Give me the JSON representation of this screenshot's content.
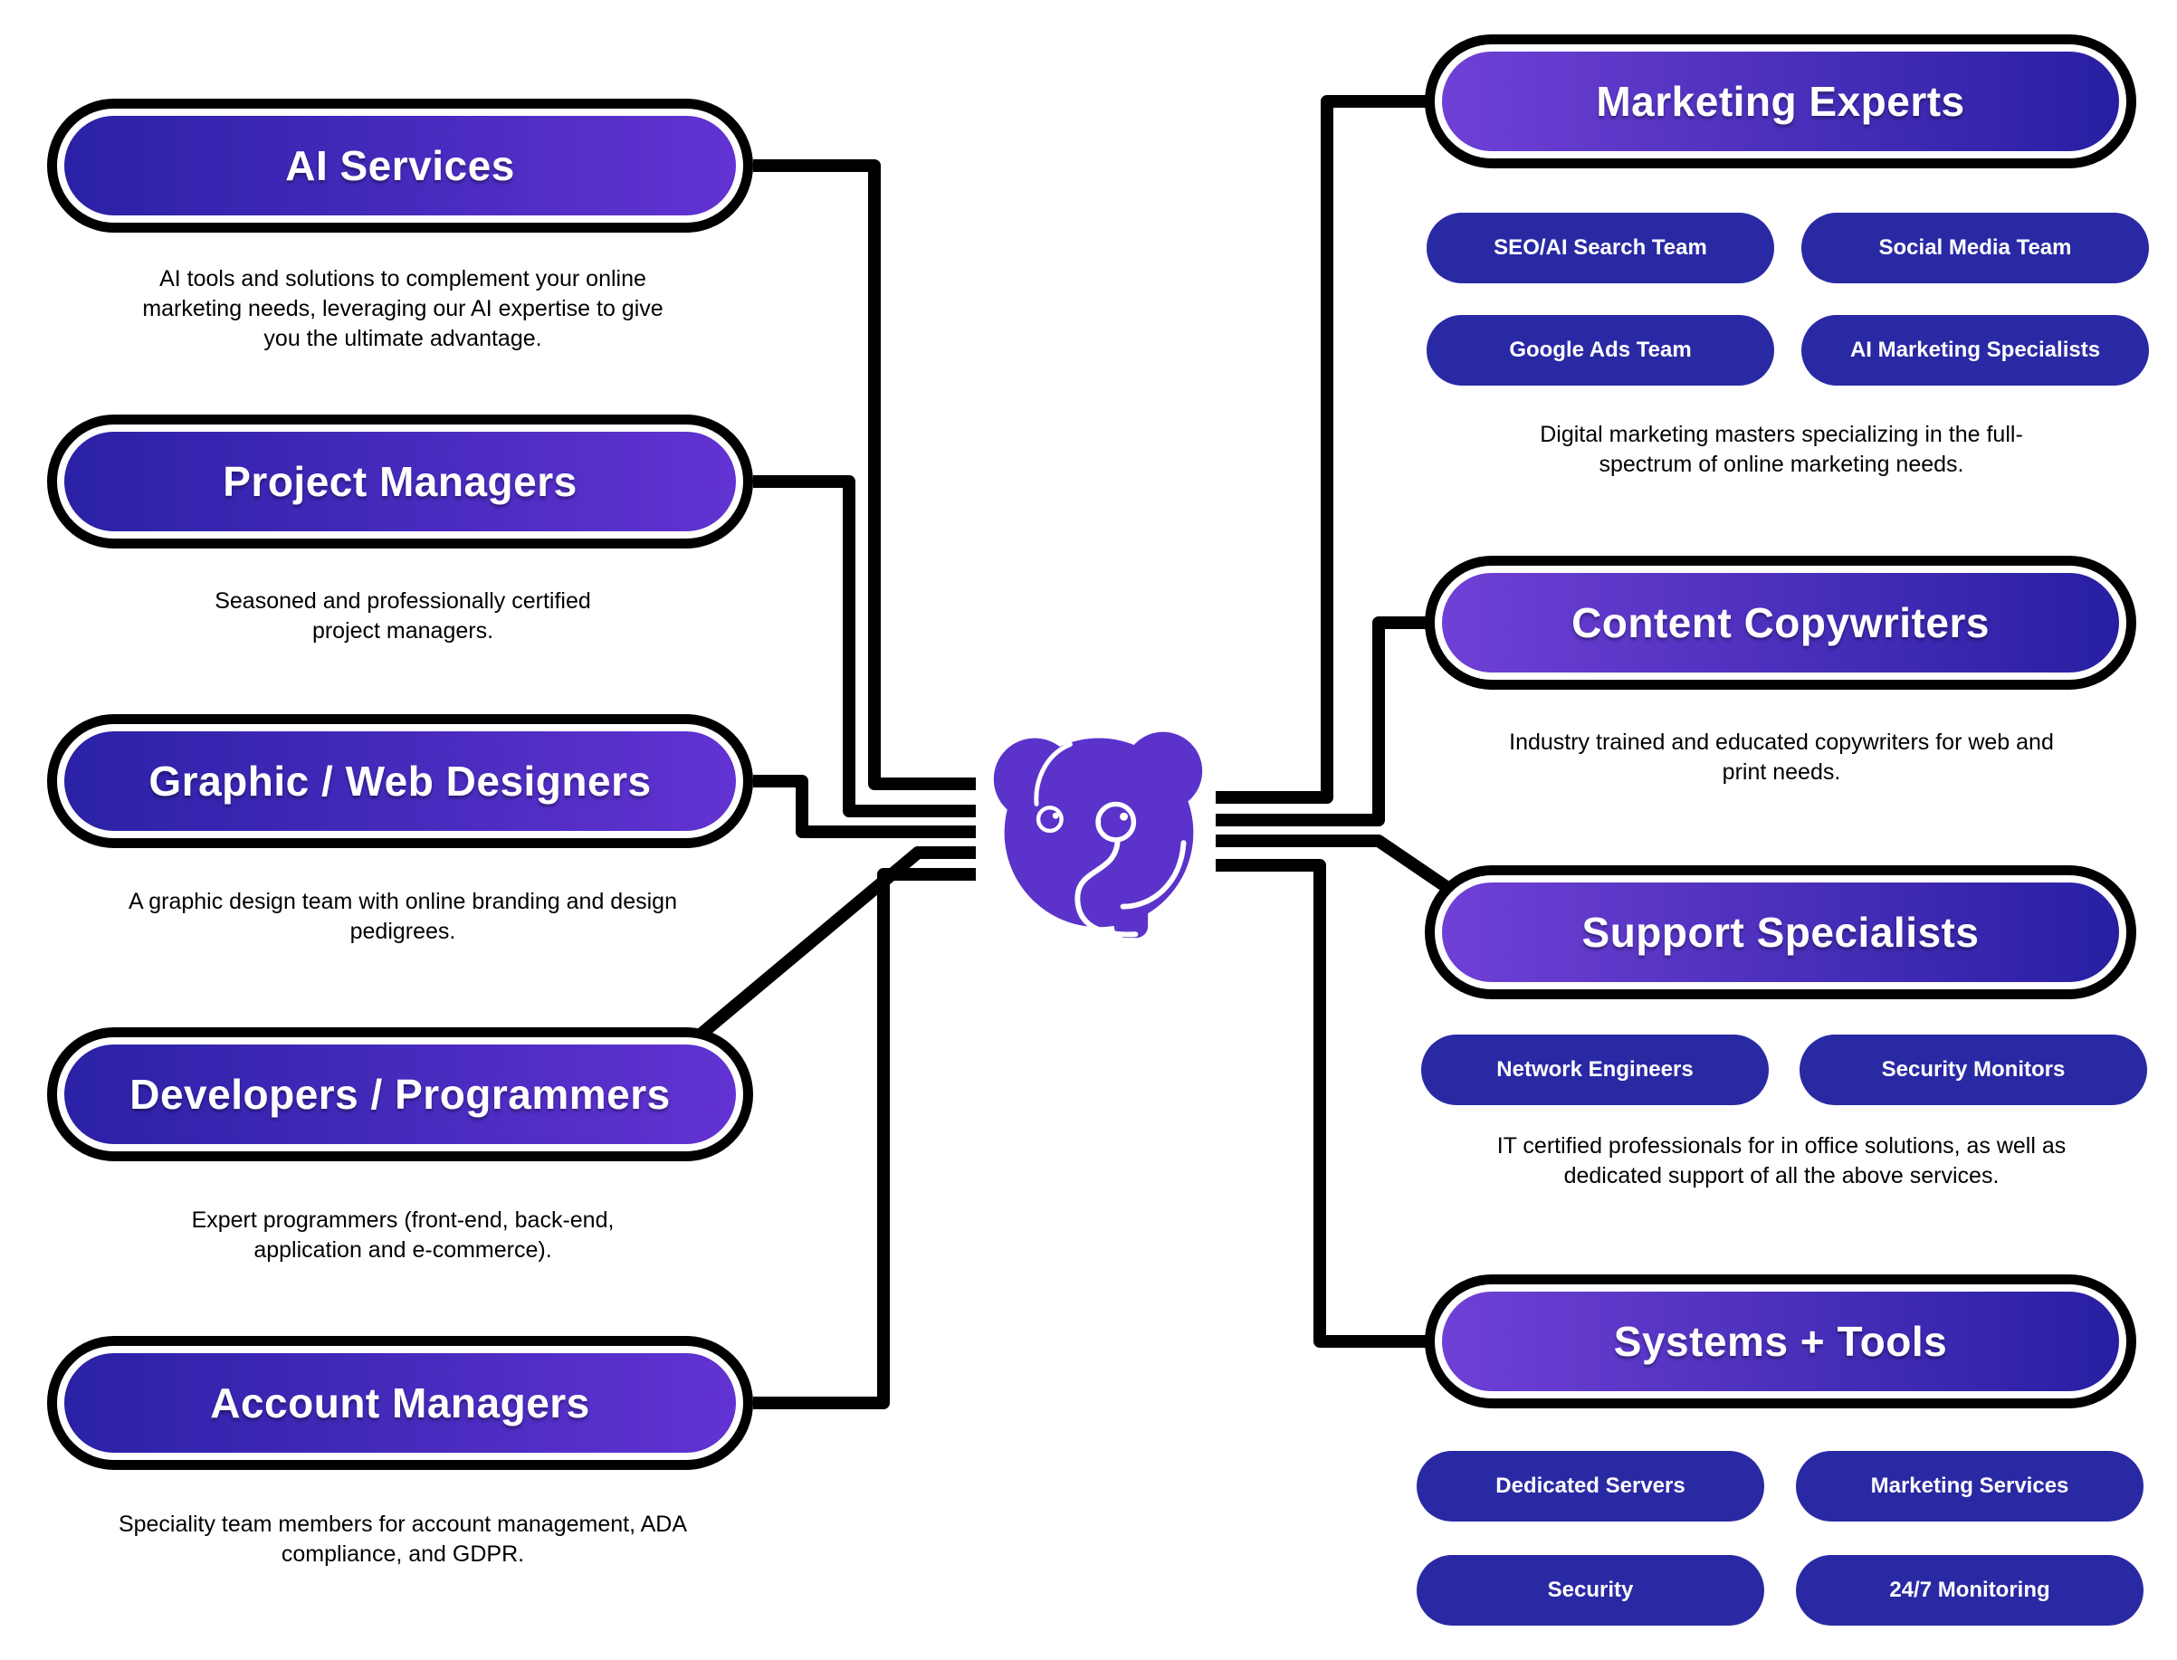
{
  "colors": {
    "gradient_dark_blue": "#2a21a6",
    "gradient_purple": "#6233d2",
    "right_gradient_purple": "#7040d6",
    "right_gradient_dark_blue": "#271fa2",
    "sub_pill_blue": "#2a29a4",
    "elephant_purple": "#5b33cb",
    "connector_black": "#000000",
    "text_black": "#000000",
    "pill_text_white": "#ffffff"
  },
  "diagram": {
    "center": {
      "logo": "elephant-logo"
    },
    "left_nodes": [
      {
        "label": "AI Services",
        "description": "AI tools and solutions to complement your online marketing needs, leveraging our AI expertise to give you the ultimate advantage."
      },
      {
        "label": "Project Managers",
        "description": "Seasoned and professionally certified project managers."
      },
      {
        "label": "Graphic / Web Designers",
        "description": "A graphic design team with online branding and design pedigrees."
      },
      {
        "label": "Developers / Programmers",
        "description": "Expert programmers (front-end, back-end, application and e-commerce)."
      },
      {
        "label": "Account Managers",
        "description": "Speciality team members for account management, ADA compliance, and GDPR."
      }
    ],
    "right_nodes": [
      {
        "label": "Marketing Experts",
        "description": "Digital marketing masters specializing in the full-spectrum of online marketing needs.",
        "sub_items": [
          "SEO/AI Search Team",
          "Social Media Team",
          "Google Ads Team",
          "AI Marketing Specialists"
        ]
      },
      {
        "label": "Content Copywriters",
        "description": "Industry trained and educated copywriters for web and print needs.",
        "sub_items": []
      },
      {
        "label": "Support Specialists",
        "description": "IT certified professionals for in office solutions, as well as dedicated support of all the above services.",
        "sub_items": [
          "Network Engineers",
          "Security Monitors"
        ]
      },
      {
        "label": "Systems + Tools",
        "description": "",
        "sub_items": [
          "Dedicated Servers",
          "Marketing Services",
          "Security",
          "24/7 Monitoring"
        ]
      }
    ]
  }
}
